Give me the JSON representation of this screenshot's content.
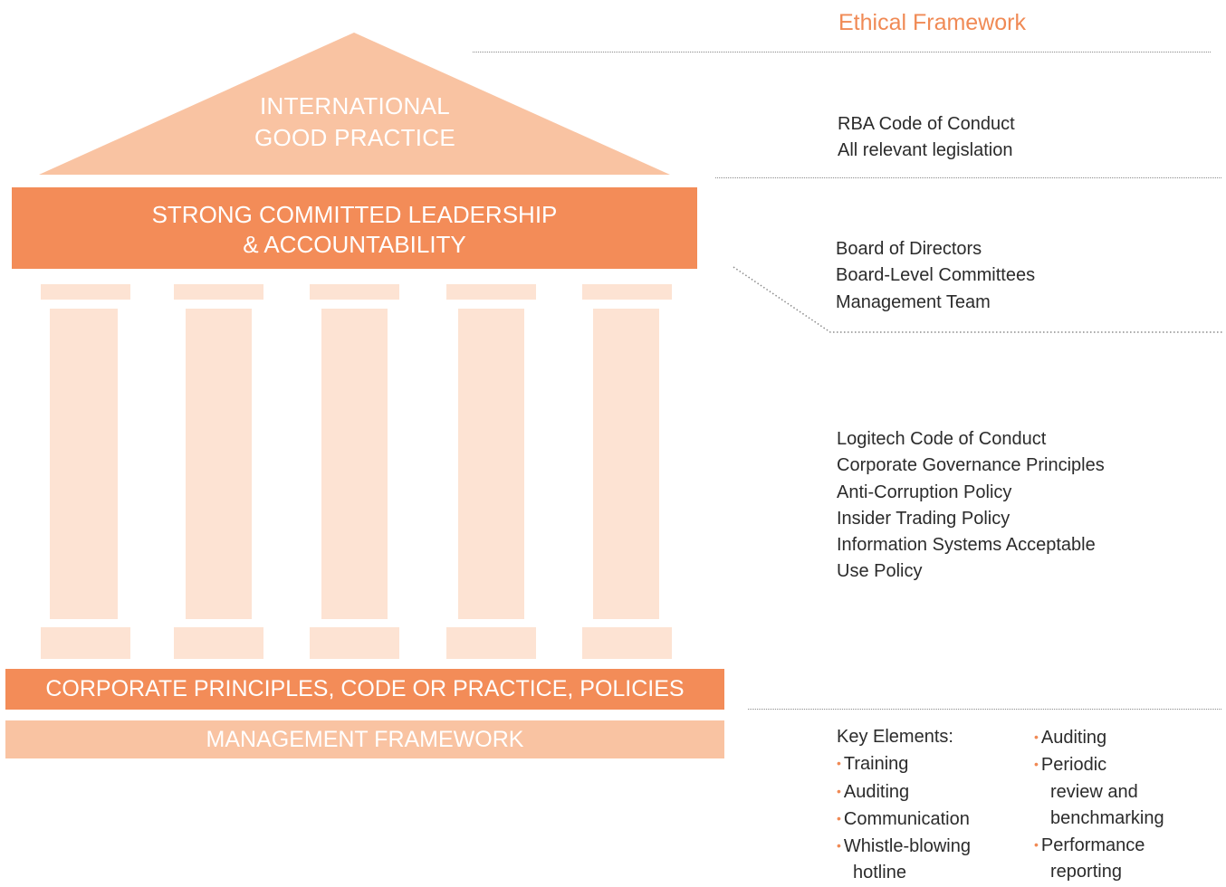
{
  "title": "Ethical Framework",
  "colors": {
    "accent": "#f38c58",
    "light": "#f9c3a2",
    "pale": "#fde3d3",
    "title": "#f08a55",
    "text": "#2b2b2b"
  },
  "temple": {
    "roof": [
      "INTERNATIONAL",
      "GOOD PRACTICE"
    ],
    "leadership": [
      "STRONG COMMITTED LEADERSHIP",
      "& ACCOUNTABILITY"
    ],
    "corporate": "CORPORATE PRINCIPLES, CODE OR PRACTICE, POLICIES",
    "management": "MANAGEMENT FRAMEWORK"
  },
  "side": {
    "international": [
      "RBA Code of Conduct",
      "All relevant legislation"
    ],
    "leadership": [
      "Board of Directors",
      "Board-Level Committees",
      "Management Team"
    ],
    "policies": [
      "Logitech Code of Conduct",
      "Corporate Governance Principles",
      "Anti-Corruption Policy",
      "Insider Trading Policy",
      "Information Systems Acceptable",
      "Use Policy"
    ],
    "key_elements": {
      "label": "Key Elements:",
      "col1": [
        {
          "text": "Training"
        },
        {
          "text": "Auditing"
        },
        {
          "text": "Communication"
        },
        {
          "text": "Whistle-blowing",
          "cont": "hotline"
        }
      ],
      "col2": [
        {
          "text": "Auditing"
        },
        {
          "text": "Periodic",
          "cont": [
            "review and",
            "benchmarking"
          ]
        },
        {
          "text": "Performance",
          "cont": [
            "reporting"
          ]
        }
      ],
      "bullet": "•"
    }
  }
}
